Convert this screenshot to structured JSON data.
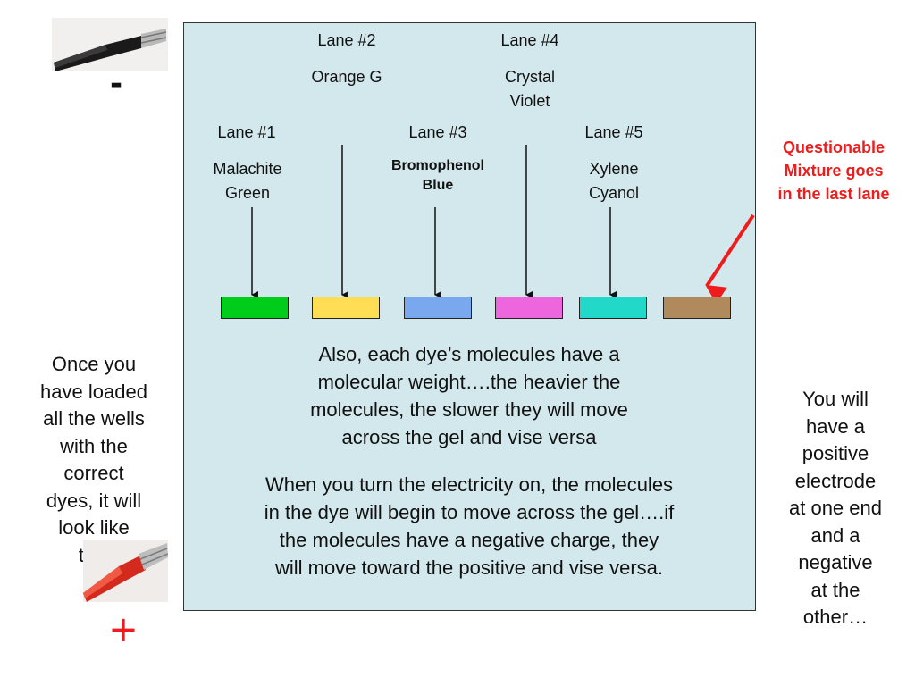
{
  "lanes": [
    {
      "lane": "Lane #1",
      "dye": [
        "Malachite",
        "Green"
      ],
      "color": "#00cc1a"
    },
    {
      "lane": "Lane #2",
      "dye": [
        "Orange G"
      ],
      "color": "#ffdd55"
    },
    {
      "lane": "Lane #3",
      "dye": [
        "Bromophenol",
        "Blue"
      ],
      "color": "#7aa8ee"
    },
    {
      "lane": "Lane #4",
      "dye": [
        "Crystal",
        "Violet"
      ],
      "color": "#ee66dd"
    },
    {
      "lane": "Lane #5",
      "dye": [
        "Xylene",
        "Cyanol"
      ],
      "color": "#22d8c8"
    },
    {
      "lane": "",
      "dye": [],
      "color": "#b08a5c"
    }
  ],
  "mixture_note": [
    "Questionable",
    "Mixture goes",
    "in the last lane"
  ],
  "paragraph_weight": [
    "Also, each dye’s molecules have a",
    "molecular weight….the heavier the",
    "molecules, the slower they will move",
    "across the gel and vise versa"
  ],
  "paragraph_charge": [
    "When you turn the electricity on, the molecules",
    "in the dye will begin to move across the gel….if",
    "the molecules have a negative charge, they",
    "will move toward the positive and vise versa."
  ],
  "left_text": [
    "Once you",
    "have loaded",
    "all the wells",
    "with the",
    "correct",
    "dyes, it will",
    "look like",
    "this"
  ],
  "right_text": [
    "You will",
    "have a",
    "positive",
    "electrode",
    "at one end",
    "and a",
    "negative",
    "at the",
    "other…"
  ],
  "negative_sign": "-",
  "positive_sign": "+",
  "colors": {
    "gel_background": "#d3e8ec",
    "note": "#ee1c1c",
    "positive": "#ee1c1c",
    "arrow": "#111111"
  },
  "icons": {
    "top_electrode": "black-electrode-clip-icon",
    "bottom_electrode": "red-electrode-clip-icon"
  }
}
